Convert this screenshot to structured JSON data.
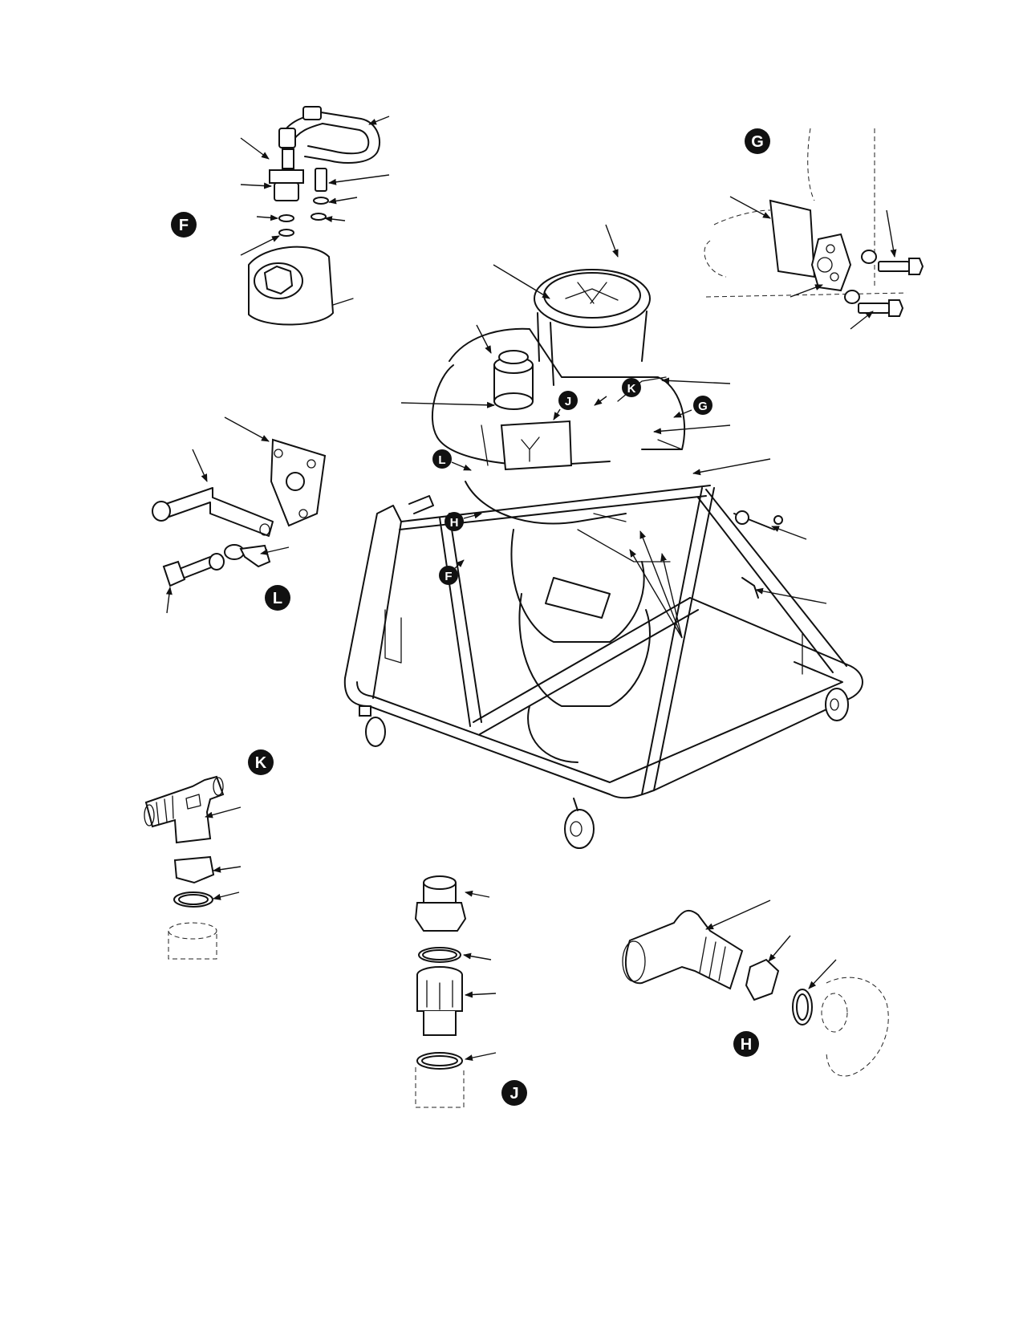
{
  "colors": {
    "ink": "#111111",
    "paper": "#ffffff"
  },
  "callouts": {
    "F": "F",
    "G": "G",
    "H": "H",
    "J": "J",
    "K": "K",
    "L": "L"
  }
}
